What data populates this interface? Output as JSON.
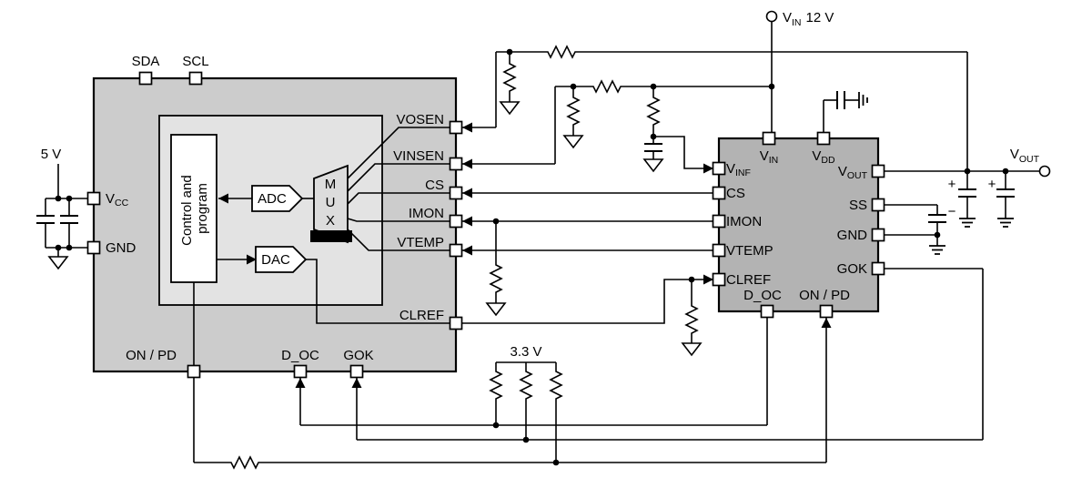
{
  "colors": {
    "mcu_fill": "#cccccc",
    "mcu_inner_fill": "#e3e3e3",
    "control_fill": "#ffffff",
    "module_fill": "#b3b3b3",
    "mux_fill": "#dcdcdc"
  },
  "terminals": {
    "vin": {
      "v": "V",
      "sub": "IN",
      "value": "12 V"
    },
    "vout": {
      "v": "V",
      "sub": "OUT"
    }
  },
  "supplies": {
    "v5": "5 V",
    "v33": "3.3 V"
  },
  "polarity": {
    "plus": "+",
    "minus": "−"
  },
  "mcu": {
    "pin_sda": "SDA",
    "pin_scl": "SCL",
    "pin_vcc": {
      "v": "V",
      "sub": "CC"
    },
    "pin_gnd": "GND",
    "pin_vosen": "VOSEN",
    "pin_vinsen": "VINSEN",
    "pin_cs": "CS",
    "pin_imon": "IMON",
    "pin_vtemp": "VTEMP",
    "pin_clref": "CLREF",
    "pin_onpd": "ON / PD",
    "pin_doc": "D_OC",
    "pin_gok": "GOK",
    "block_control_line1": "Control and",
    "block_control_line2": "program",
    "block_adc": "ADC",
    "block_dac": "DAC",
    "mux": {
      "m": "M",
      "u": "U",
      "x": "X"
    }
  },
  "module": {
    "pin_vinf": {
      "v": "V",
      "sub": "INF"
    },
    "pin_vin": {
      "v": "V",
      "sub": "IN"
    },
    "pin_vdd": {
      "v": "V",
      "sub": "DD"
    },
    "pin_vout": {
      "v": "V",
      "sub": "OUT"
    },
    "pin_cs": "CS",
    "pin_imon": "IMON",
    "pin_vtemp": "VTEMP",
    "pin_clref": "CLREF",
    "pin_doc": "D_OC",
    "pin_onpd": "ON / PD",
    "pin_ss": "SS",
    "pin_gnd": "GND",
    "pin_gok": "GOK"
  }
}
